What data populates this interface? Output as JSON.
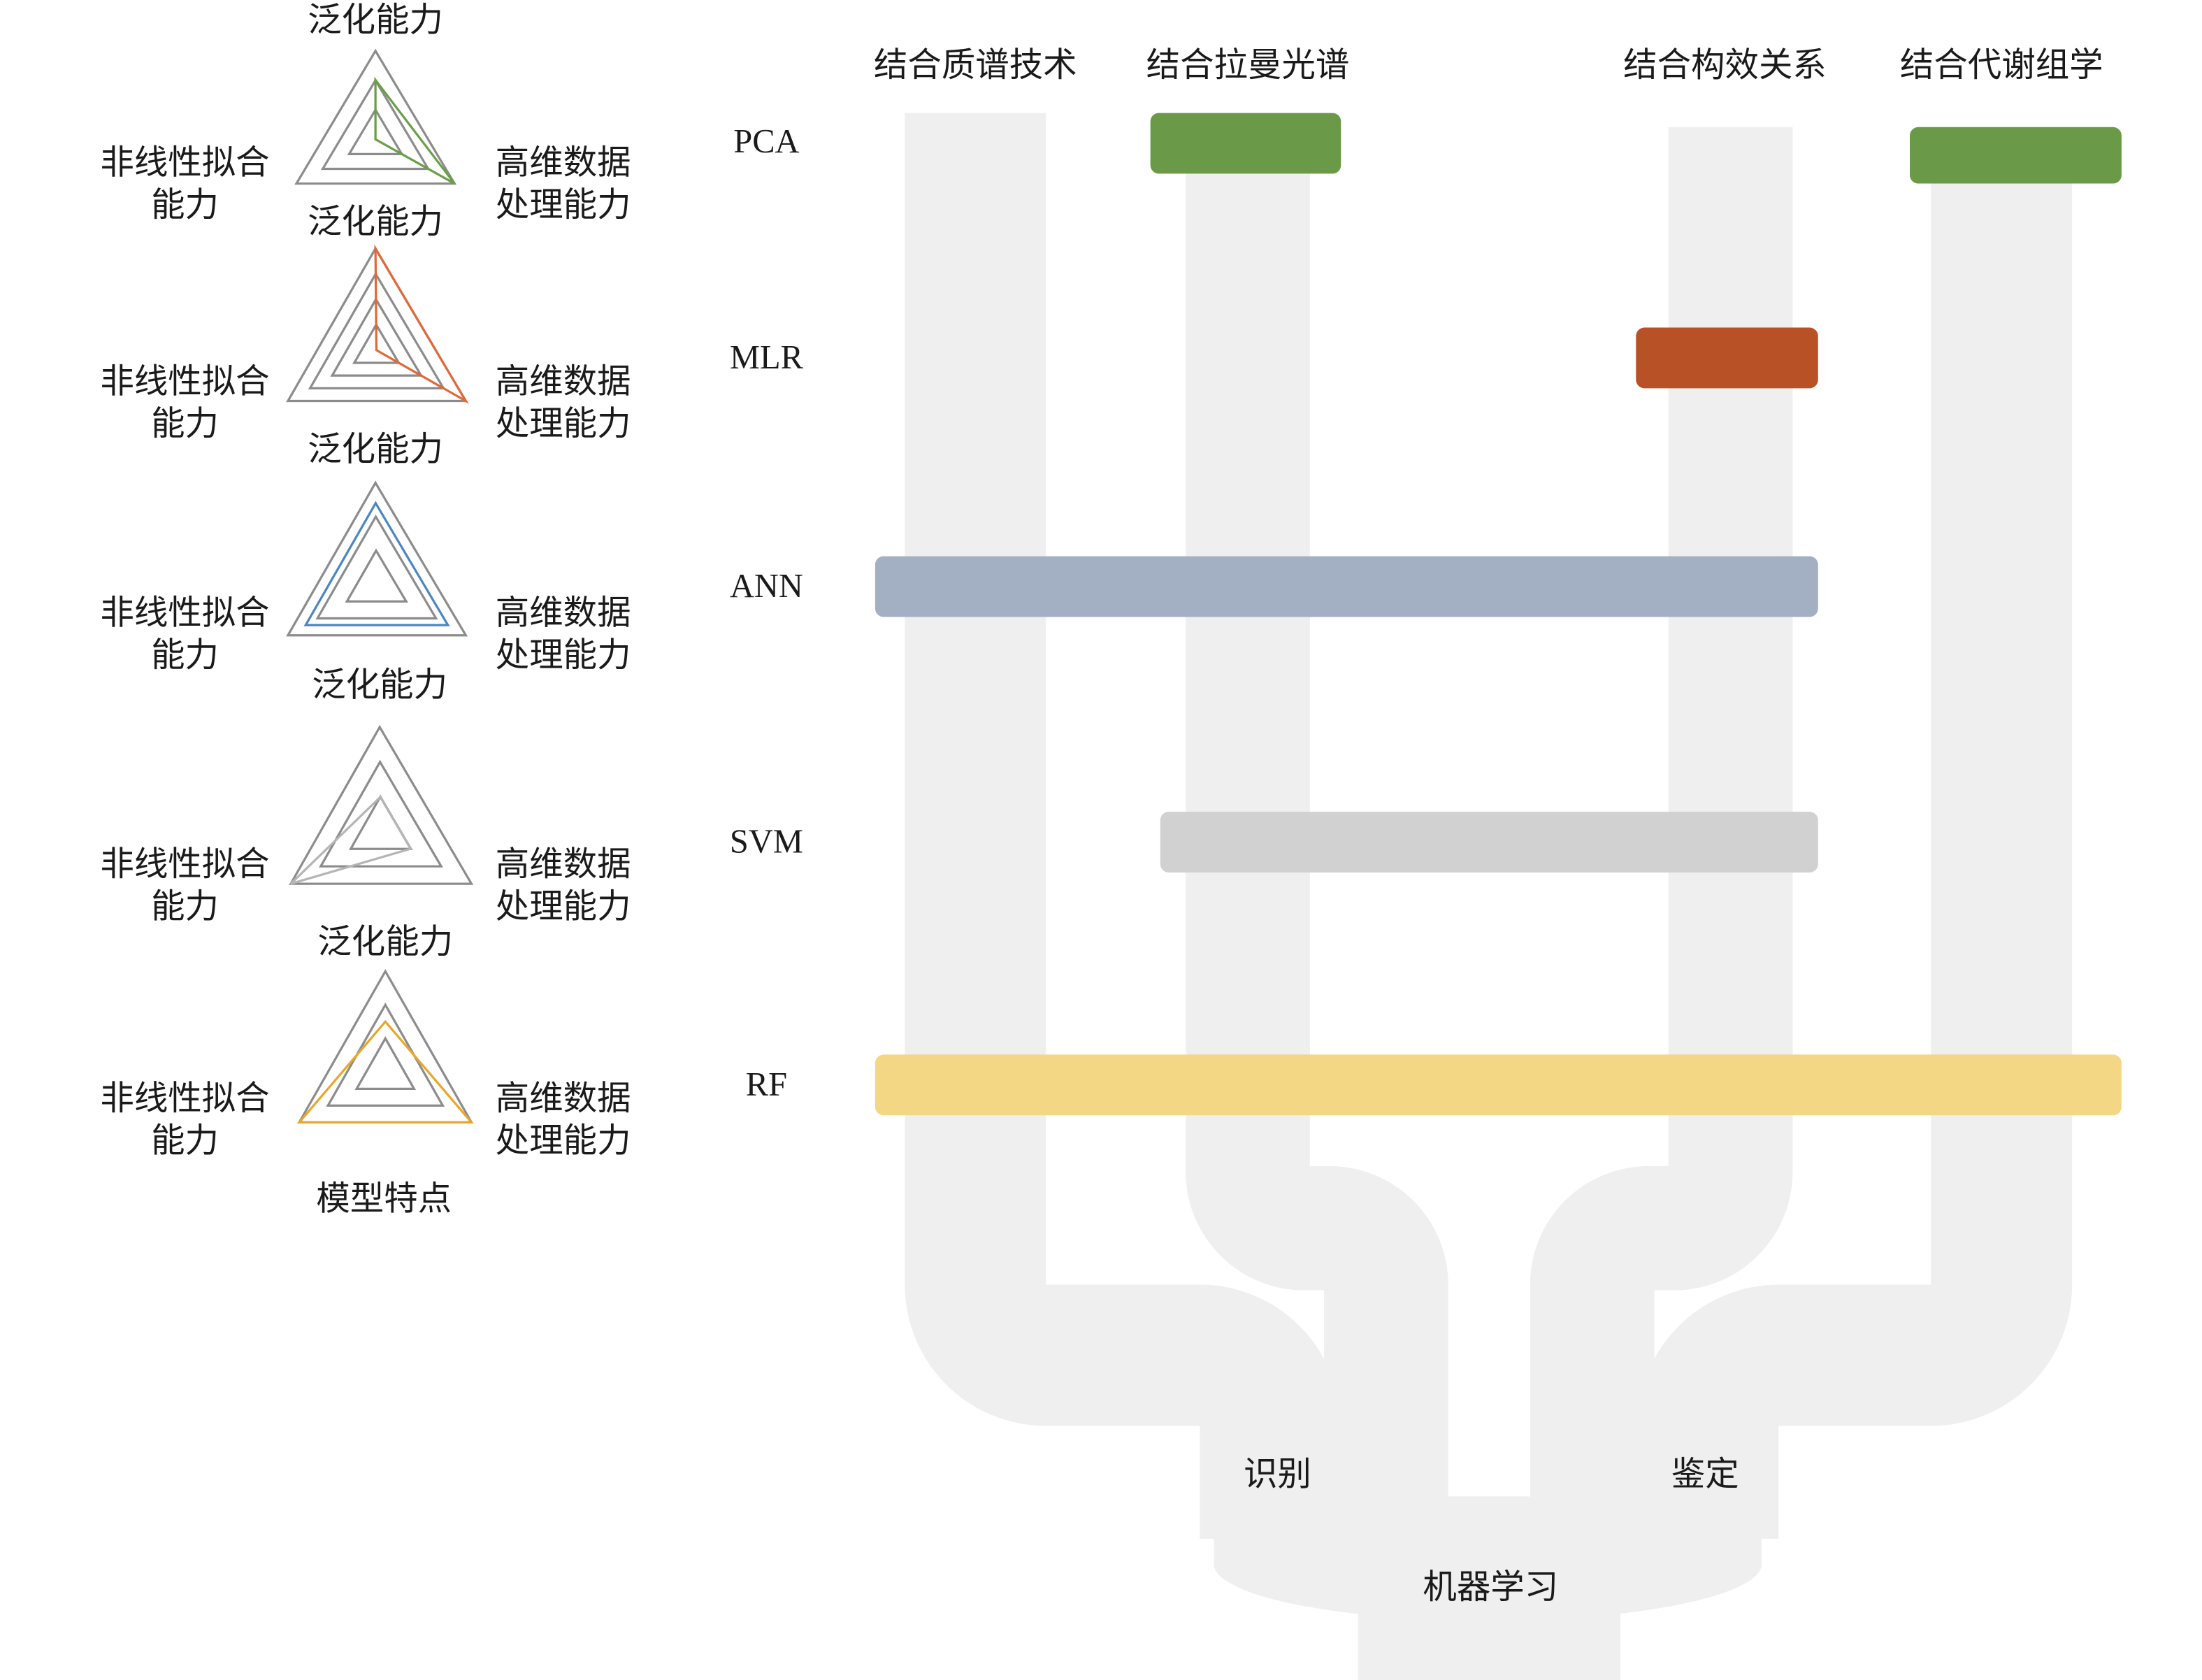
{
  "radar": {
    "axis_top": "泛化能力",
    "axis_right_l1": "高维数据",
    "axis_right_l2": "处理能力",
    "axis_left_l1": "非线性拟合",
    "axis_left_l2": "能力",
    "caption": "模型特点",
    "charts": [
      {
        "model": "PCA",
        "rings": 3,
        "color": "#6a9f47",
        "values": {
          "top": 0.67,
          "right": 1.0,
          "left": 0.0
        }
      },
      {
        "model": "MLR",
        "rings": 4,
        "color": "#e0693a",
        "values": {
          "top": 1.0,
          "right": 1.0,
          "left": 0.0
        }
      },
      {
        "model": "ANN",
        "rings": 3,
        "color": "#4a86c5",
        "values": {
          "top": 0.8,
          "right": 0.8,
          "left": 0.8
        }
      },
      {
        "model": "SVM",
        "rings": 3,
        "color": "#b5b5b5",
        "values": {
          "top": 0.33,
          "right": 0.33,
          "left": 1.0
        }
      },
      {
        "model": "RF",
        "rings": 3,
        "color": "#e8a72a",
        "values": {
          "top": 0.5,
          "right": 1.0,
          "left": 1.0
        }
      }
    ]
  },
  "columns": [
    "结合质谱技术",
    "结合拉曼光谱",
    "结合构效关系",
    "结合代谢组学"
  ],
  "rows": [
    {
      "label": "PCA",
      "color": "#6a9a48",
      "spans": [
        [
          2,
          2
        ],
        [
          4,
          4
        ]
      ]
    },
    {
      "label": "MLR",
      "color": "#b85226",
      "spans": [
        [
          3,
          3
        ]
      ]
    },
    {
      "label": "ANN",
      "color": "#a3b0c3",
      "spans": [
        [
          1,
          3
        ]
      ]
    },
    {
      "label": "SVM",
      "color": "#d1d1d1",
      "spans": [
        [
          2,
          3
        ]
      ]
    },
    {
      "label": "RF",
      "color": "#f3d785",
      "spans": [
        [
          1,
          4
        ]
      ]
    }
  ],
  "flow": {
    "identify": "识别",
    "authenticate": "鉴定",
    "root": "机器学习",
    "color": "#efefef"
  }
}
